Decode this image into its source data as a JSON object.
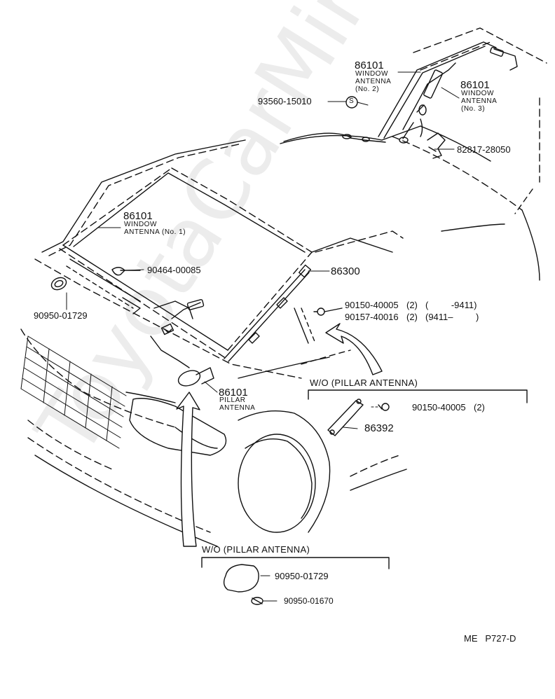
{
  "watermark": "ToyotaCarMine.ru",
  "callouts": {
    "wa2": {
      "part_no": "86101",
      "desc": [
        "WINDOW",
        "ANTENNA",
        "(No. 2)"
      ]
    },
    "wa3": {
      "part_no": "86101",
      "desc": [
        "WINDOW",
        "ANTENNA",
        "(No. 3)"
      ]
    },
    "wa1": {
      "part_no": "86101",
      "desc": [
        "WINDOW",
        "ANTENNA (No. 1)"
      ]
    },
    "pillar": {
      "part_no": "86101",
      "desc": [
        "PILLAR",
        "ANTENNA"
      ]
    },
    "clip": {
      "part_no": "93560-15010",
      "symbol": "S"
    },
    "bracket": {
      "part_no": "82817-28050"
    },
    "clamp": {
      "part_no": "90464-00085"
    },
    "grommet_left": {
      "part_no": "90950-01729"
    },
    "pillar_post": {
      "part_no": "86300"
    },
    "screw_a": {
      "part_no": "90150-40005",
      "qty": "(2)",
      "range": "(         -9411)"
    },
    "screw_b": {
      "part_no": "90157-40016",
      "qty": "(2)",
      "range": "(9411–         )"
    },
    "cover_screw": {
      "part_no": "90150-40005",
      "qty": "(2)"
    },
    "cover": {
      "part_no": "86392"
    },
    "plug_large": {
      "part_no": "90950-01729"
    },
    "plug_small": {
      "part_no": "90950-01670"
    }
  },
  "variants": {
    "upper": "W/O (PILLAR ANTENNA)",
    "lower": "W/O (PILLAR ANTENNA)"
  },
  "footer": {
    "code": "ME   P727-D"
  }
}
